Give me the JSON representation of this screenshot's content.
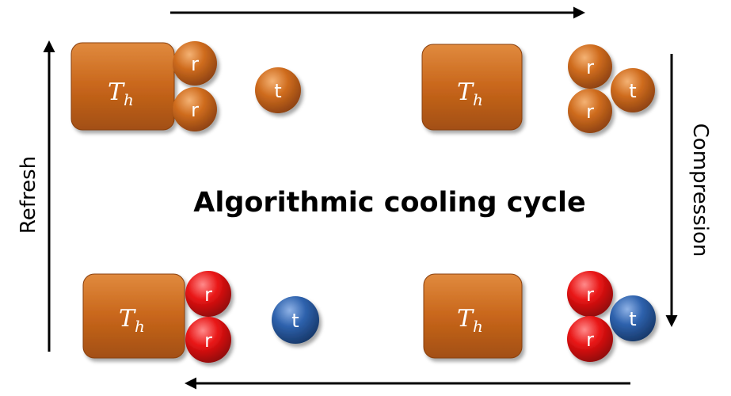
{
  "title": "Algorithmic cooling cycle",
  "labels": {
    "refresh": "Refresh",
    "compression": "Compression"
  },
  "bath": {
    "symbol": "T",
    "subscript": "h"
  },
  "particles": {
    "reset": "r",
    "target": "t"
  },
  "colors": {
    "warm": "#cc6a1c",
    "cold_reset": "#e01414",
    "cold_target": "#2b5ea6",
    "arrow": "#000000"
  }
}
